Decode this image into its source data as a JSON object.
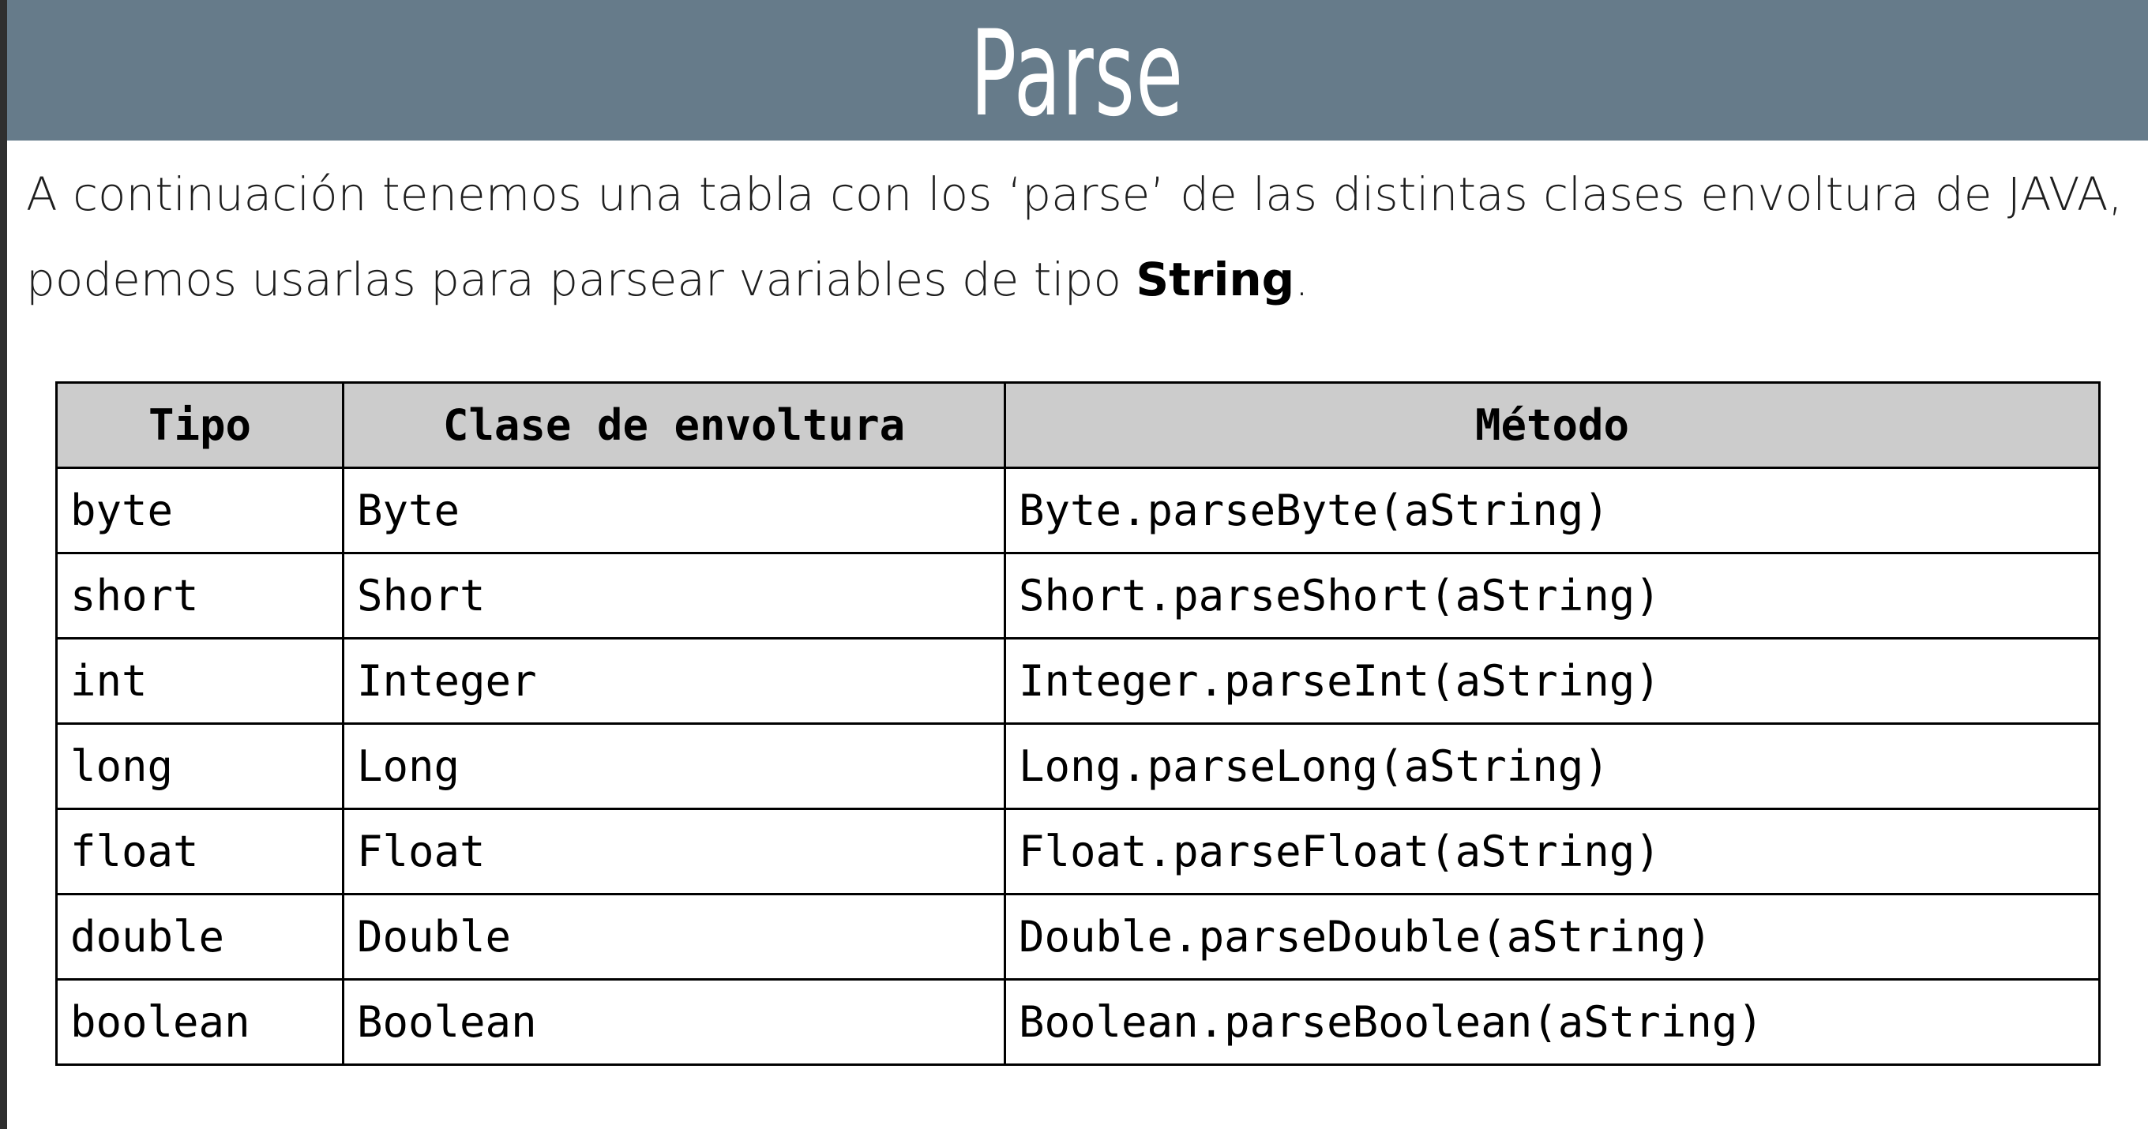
{
  "header": {
    "title": "Parse"
  },
  "intro": {
    "text_before": "A continuación tenemos una tabla con los ‘parse’ de las distintas clases envoltura de JAVA, podemos usarlas para parsear variables de tipo ",
    "emphasis": "String",
    "text_after": "."
  },
  "table": {
    "columns": [
      "Tipo",
      "Clase de envoltura",
      "Método"
    ],
    "rows": [
      {
        "tipo": "byte",
        "clase": "Byte",
        "metodo": "Byte.parseByte(aString)"
      },
      {
        "tipo": "short",
        "clase": "Short",
        "metodo": "Short.parseShort(aString)"
      },
      {
        "tipo": "int",
        "clase": "Integer",
        "metodo": "Integer.parseInt(aString)"
      },
      {
        "tipo": "long",
        "clase": "Long",
        "metodo": "Long.parseLong(aString)"
      },
      {
        "tipo": "float",
        "clase": "Float",
        "metodo": "Float.parseFloat(aString)"
      },
      {
        "tipo": "double",
        "clase": "Double",
        "metodo": "Double.parseDouble(aString)"
      },
      {
        "tipo": "boolean",
        "clase": "Boolean",
        "metodo": "Boolean.parseBoolean(aString)"
      }
    ]
  },
  "colors": {
    "title_bar": "#667b8a",
    "header_row": "#cccccc"
  }
}
